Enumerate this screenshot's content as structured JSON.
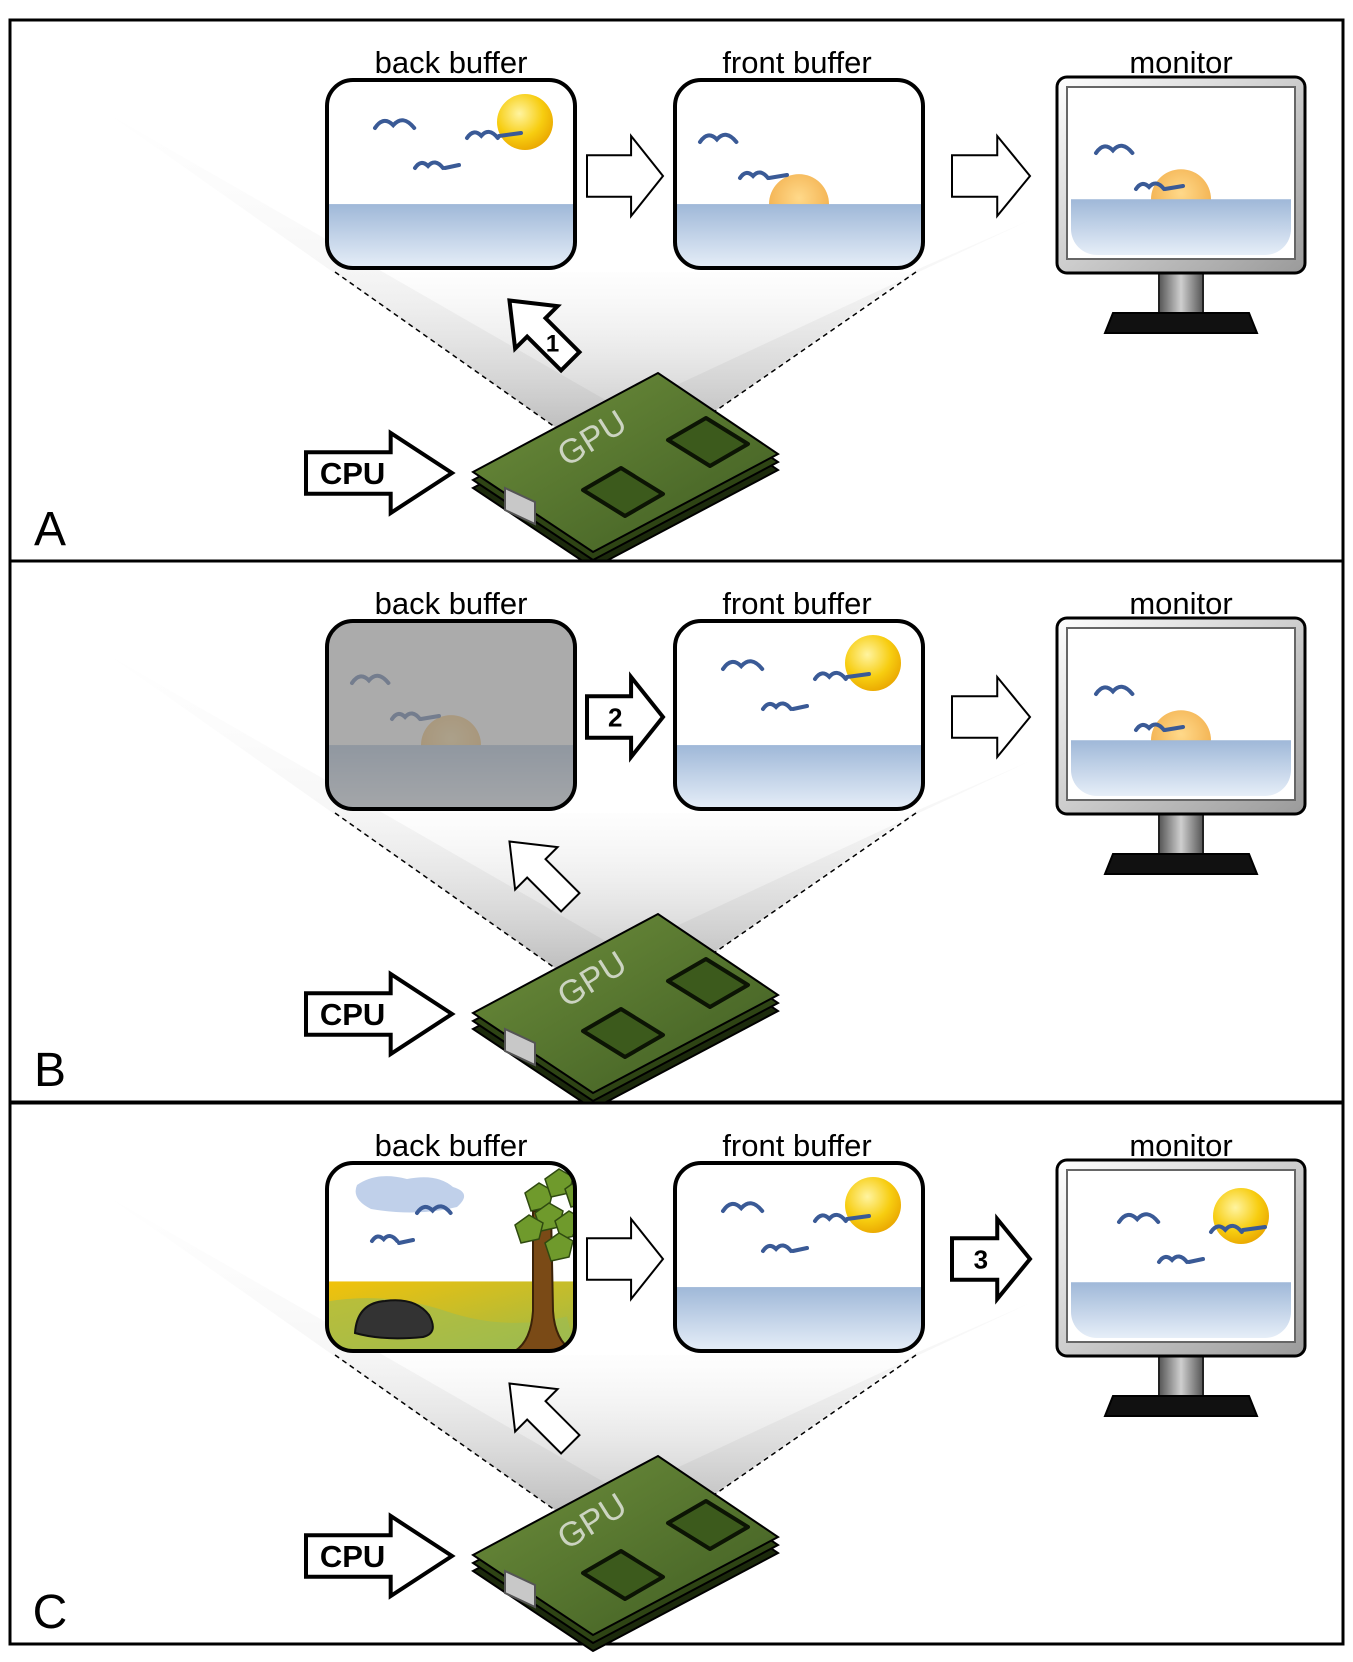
{
  "panels": [
    {
      "id": "A",
      "panel_label": "A",
      "back_buffer_label": "back buffer",
      "front_buffer_label": "front buffer",
      "monitor_label": "monitor",
      "cpu_label": "CPU",
      "gpu_label": "GPU",
      "step_arrow": "1",
      "back_scene": "sunrise-high",
      "back_dimmed": false,
      "front_scene": "sunrise-low",
      "monitor_scene": "sunrise-low",
      "active_arrow": "gpu-to-back"
    },
    {
      "id": "B",
      "panel_label": "B",
      "back_buffer_label": "back buffer",
      "front_buffer_label": "front buffer",
      "monitor_label": "monitor",
      "cpu_label": "CPU",
      "gpu_label": "GPU",
      "step_arrow": "2",
      "back_scene": "sunrise-low",
      "back_dimmed": true,
      "front_scene": "sunrise-high",
      "monitor_scene": "sunrise-low",
      "active_arrow": "back-to-front"
    },
    {
      "id": "C",
      "panel_label": "C",
      "back_buffer_label": "back buffer",
      "front_buffer_label": "front buffer",
      "monitor_label": "monitor",
      "cpu_label": "CPU",
      "gpu_label": "GPU",
      "step_arrow": "3",
      "back_scene": "landscape",
      "back_dimmed": false,
      "front_scene": "sunrise-high",
      "monitor_scene": "sunrise-high",
      "active_arrow": "front-to-monitor"
    }
  ],
  "colors": {
    "border": "#000000",
    "sky": "#ffffff",
    "water": "#a8bfdc",
    "sun": "#f5c400",
    "bird": "#3a5a96",
    "gpu_board": "#4a6a2a",
    "dim_overlay": "#8a8a8a"
  }
}
